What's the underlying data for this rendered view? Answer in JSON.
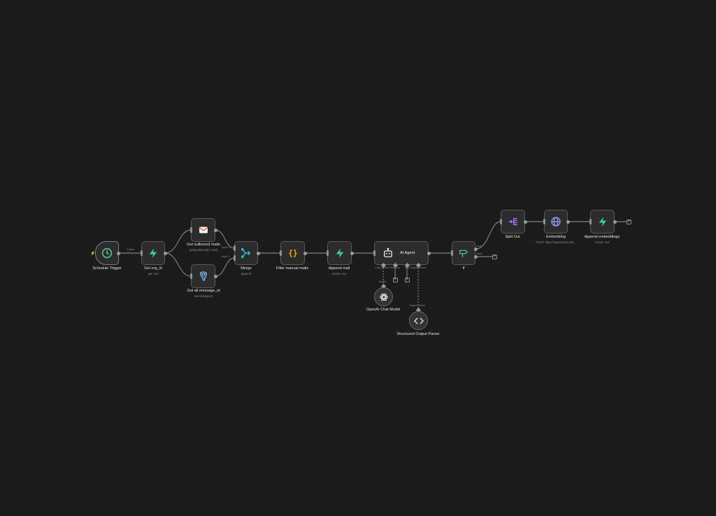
{
  "nodes": {
    "schedule_trigger": {
      "label": "Schedule Trigger",
      "icon": "clock-icon"
    },
    "get_org_id": {
      "label": "Get org_id",
      "sub": "get: row",
      "icon": "supabase-icon"
    },
    "get_outbound_mails": {
      "label": "Get outbound mails",
      "sub": "getSendEmails: email",
      "icon": "mail-app-icon"
    },
    "get_all_message_id": {
      "label": "Get all message_id",
      "sub": "executeQuery",
      "icon": "postgres-icon"
    },
    "merge": {
      "label": "Merge",
      "sub": "append",
      "icon": "merge-icon"
    },
    "filter_manual_mails": {
      "label": "Filter manual mails",
      "icon": "code-icon"
    },
    "append_mail": {
      "label": "Append mail",
      "sub": "create: row",
      "icon": "supabase-icon"
    },
    "ai_agent": {
      "label": "AI Agent",
      "icon": "robot-icon"
    },
    "openai_chat_model": {
      "label": "OpenAI Chat Model",
      "icon": "openai-icon"
    },
    "structured_output_parser": {
      "label": "Structured Output Parser",
      "icon": "code-brackets-icon"
    },
    "if": {
      "label": "If",
      "icon": "signpost-icon"
    },
    "split_out": {
      "label": "Split Out",
      "icon": "split-icon"
    },
    "embedding": {
      "label": "Embedding",
      "sub": "POST: https://openrouter.ai/a...",
      "icon": "globe-icon"
    },
    "append_embeddings": {
      "label": "Append embeddings",
      "sub": "create: row",
      "icon": "supabase-icon"
    }
  },
  "edge_labels": {
    "trigger_items": "1 item",
    "merge_input1": "Input 1",
    "merge_input2": "Input 2",
    "if_true": "true",
    "if_false": "false"
  },
  "ports": {
    "chat_model": "Chat Model*",
    "memory": "Memory",
    "tool": "Tool",
    "output_parser": "Output Parser",
    "model": "Model",
    "output_parser_in": "Output Parser"
  },
  "colors": {
    "background": "#1b1b1b",
    "node_bg": "#2c2c2c",
    "node_border": "#5a5a5a",
    "edge": "#9b9b9b",
    "supabase_green": "#3ecf8e",
    "clock_green": "#4cc38a",
    "merge_cyan": "#35b7d6",
    "code_orange": "#ff9f1c",
    "split_purple": "#b47cff",
    "globe_purple": "#9aa0ff",
    "trigger_red": "#ff6d5a"
  }
}
